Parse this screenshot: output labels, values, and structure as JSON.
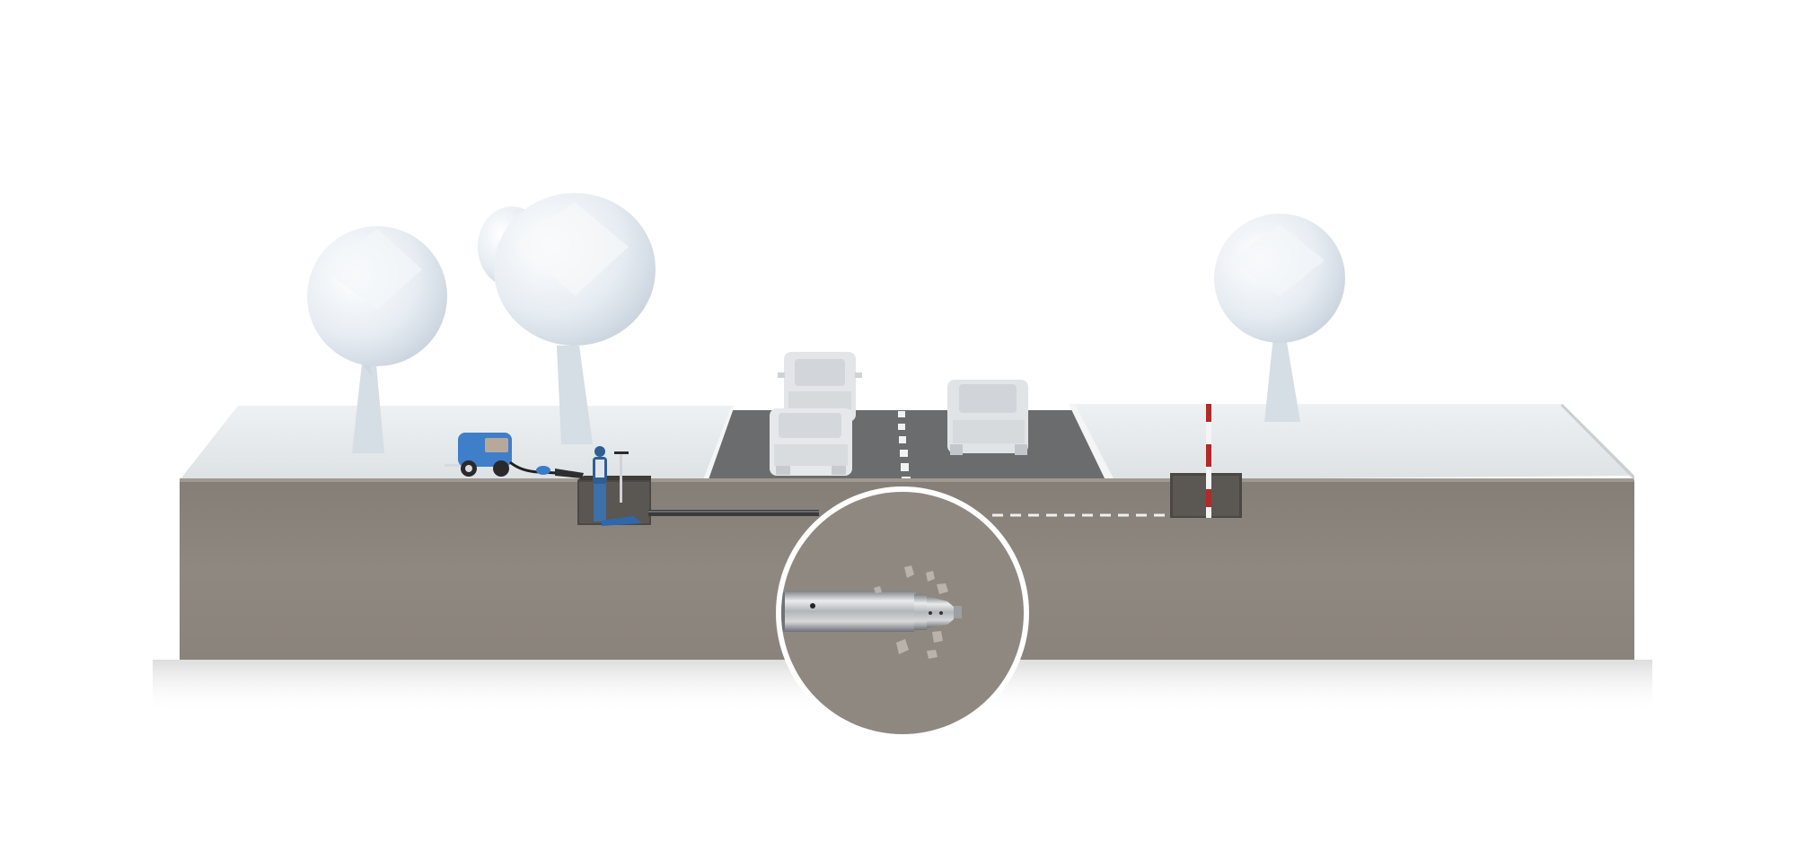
{
  "diagram": {
    "subject": "trenchless-underground-boring",
    "colors": {
      "background": "#ffffff",
      "soil": "#8f8880",
      "soil_dark": "#7d766f",
      "ground_surface": "#e4e8ea",
      "road": "#6c6d6e",
      "road_marking": "#f2f2f2",
      "tree_canopy": "#e9eef3",
      "tree_trunk": "#d9dfe5",
      "car": "#dfe2e5",
      "compressor": "#3f7ec9",
      "worker": "#2f5e93",
      "marker_red": "#b02a2a",
      "marker_white": "#f4f4f4",
      "magnifier_ring": "#ffffff",
      "tool_steel": "#b9bcbf"
    },
    "elements": {
      "trees": 4,
      "cars": 3,
      "launch_pit": 1,
      "target_pit": 1,
      "magnifier": 1
    }
  }
}
